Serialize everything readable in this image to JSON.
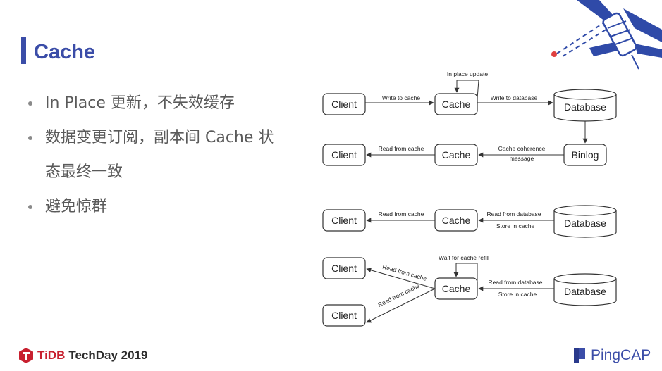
{
  "slide": {
    "title": "Cache",
    "bullets": [
      "In Place 更新，不失效缓存",
      "数据变更订阅，副本间 Cache 状",
      "态最终一致",
      "避免惊群"
    ]
  },
  "diagram": {
    "d1": {
      "client1": "Client",
      "cache1": "Cache",
      "database1": "Database",
      "client2": "Client",
      "cache2": "Cache",
      "binlog": "Binlog",
      "in_place_update": "In place update",
      "write_to_cache": "Write to cache",
      "write_to_database": "Write to database",
      "read_from_cache": "Read from cache",
      "coherence_line1": "Cache coherence",
      "coherence_line2": "message"
    },
    "d2": {
      "client": "Client",
      "cache": "Cache",
      "database": "Database",
      "read_from_cache": "Read from cache",
      "read_from_database": "Read from database",
      "store_in_cache": "Store in cache"
    },
    "d3": {
      "client_top": "Client",
      "client_bottom": "Client",
      "cache": "Cache",
      "database": "Database",
      "wait_for_refill": "Wait for cache refill",
      "read_from_cache_top": "Read from cache",
      "read_from_cache_bottom": "Read from cache",
      "read_from_database": "Read from database",
      "store_in_cache": "Store in cache"
    }
  },
  "footer": {
    "tidb": "TiDB",
    "techday": "TechDay 2019",
    "pingcap": "PingCAP"
  },
  "colors": {
    "accent": "#3b4da8",
    "tidb_red": "#c8202f",
    "text_gray": "#5a5a5a",
    "satellite_blue": "#2f4aa8"
  }
}
